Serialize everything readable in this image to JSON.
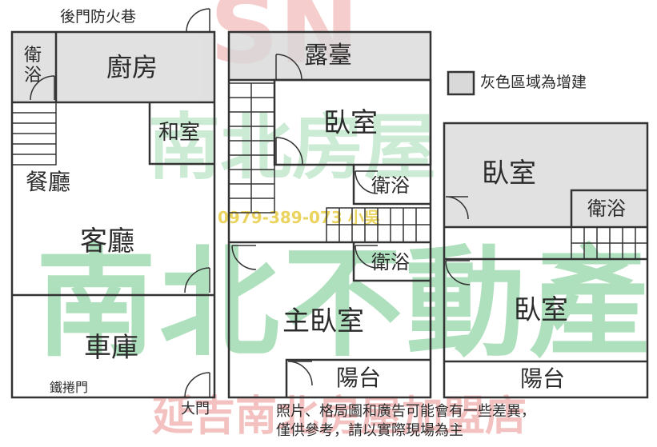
{
  "watermark": {
    "brand_large": "南北不動產",
    "brand_small": "南北房屋",
    "phone": "0979-389-073 小吳",
    "bottom": "延吉南北房屋加盟店",
    "color": "#6fc78a",
    "red_color": "#e05050"
  },
  "labels": {
    "rear_fire_lane": "後門防火巷",
    "bath_1f": "衛\n浴",
    "kitchen": "廚房",
    "tatami_room": "和室",
    "dining": "餐廳",
    "living": "客廳",
    "garage": "車庫",
    "rolling_door": "鐵捲門",
    "main_door": "大門",
    "terrace": "露臺",
    "bedroom_2f": "臥室",
    "bath_2f_a": "衛浴",
    "bath_2f_b": "衛浴",
    "master_bedroom": "主臥室",
    "balcony_2f": "陽台",
    "bedroom_3f_a": "臥室",
    "bath_3f": "衛浴",
    "bedroom_3f_b": "臥室",
    "balcony_3f": "陽台"
  },
  "legend": {
    "text": "灰色區域為增建",
    "swatch_color": "#d9d9d9"
  },
  "disclaimer": {
    "line1": "照片、格局圖和廣告可能會有一些差異，",
    "line2": "僅供參考，請以實際現場為主"
  }
}
